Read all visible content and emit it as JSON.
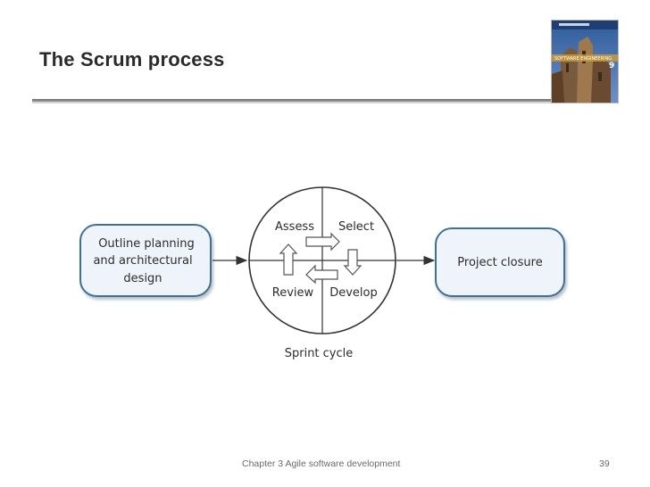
{
  "slide": {
    "title": "The Scrum process",
    "footer_text": "Chapter 3 Agile software development",
    "page_number": "39"
  },
  "book_cover": {
    "title": "SOFTWARE ENGINEERING",
    "edition": "9",
    "colors": {
      "sky": "#3f69a8",
      "building": "#8a6a4a",
      "band": "#c99a3a"
    }
  },
  "diagram": {
    "left_box": {
      "lines": [
        "Outline planning",
        "and architectural",
        "design"
      ]
    },
    "right_box": {
      "label": "Project closure"
    },
    "cycle": {
      "quadrants": {
        "assess": "Assess",
        "select": "Select",
        "review": "Review",
        "develop": "Develop"
      },
      "caption": "Sprint cycle"
    },
    "colors": {
      "box_fill": "#eef4fa",
      "box_stroke": "#3f6f95",
      "line": "#333333"
    }
  }
}
